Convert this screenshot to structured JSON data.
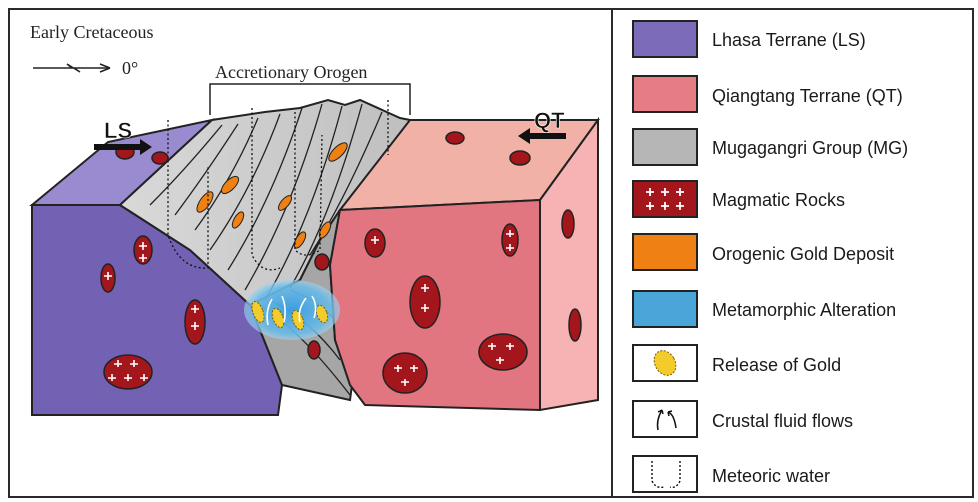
{
  "diagram": {
    "period_label": "Early Cretaceous",
    "direction_label": "0°",
    "orogen_label": "Accretionary Orogen",
    "left_terrane_tag": "LS",
    "right_terrane_tag": "QT"
  },
  "legend": {
    "items": [
      {
        "label": "Lhasa Terrane (LS)",
        "color": "#7b6bb8",
        "icon": "purple-swatch"
      },
      {
        "label": "Qiangtang Terrane (QT)",
        "color": "#e67c84",
        "icon": "pink-swatch"
      },
      {
        "label": "Mugagangri Group (MG)",
        "color": "#b6b6b6",
        "icon": "gray-swatch"
      },
      {
        "label": "Magmatic Rocks",
        "color": "#a3161c",
        "icon": "red-cross-swatch"
      },
      {
        "label": "Orogenic Gold Deposit",
        "color": "#ef8013",
        "icon": "orange-swatch"
      },
      {
        "label": "Metamorphic  Alteration",
        "color": "#4aa6d8",
        "icon": "blue-swatch"
      },
      {
        "label": "Release of Gold",
        "color": "#f3cc2c",
        "icon": "gold-blob-icon"
      },
      {
        "label": "Crustal fluid flows",
        "color": "#000000",
        "icon": "fluid-arrows-icon"
      },
      {
        "label": "Meteoric water",
        "color": "#000000",
        "icon": "meteoric-water-icon"
      }
    ]
  }
}
